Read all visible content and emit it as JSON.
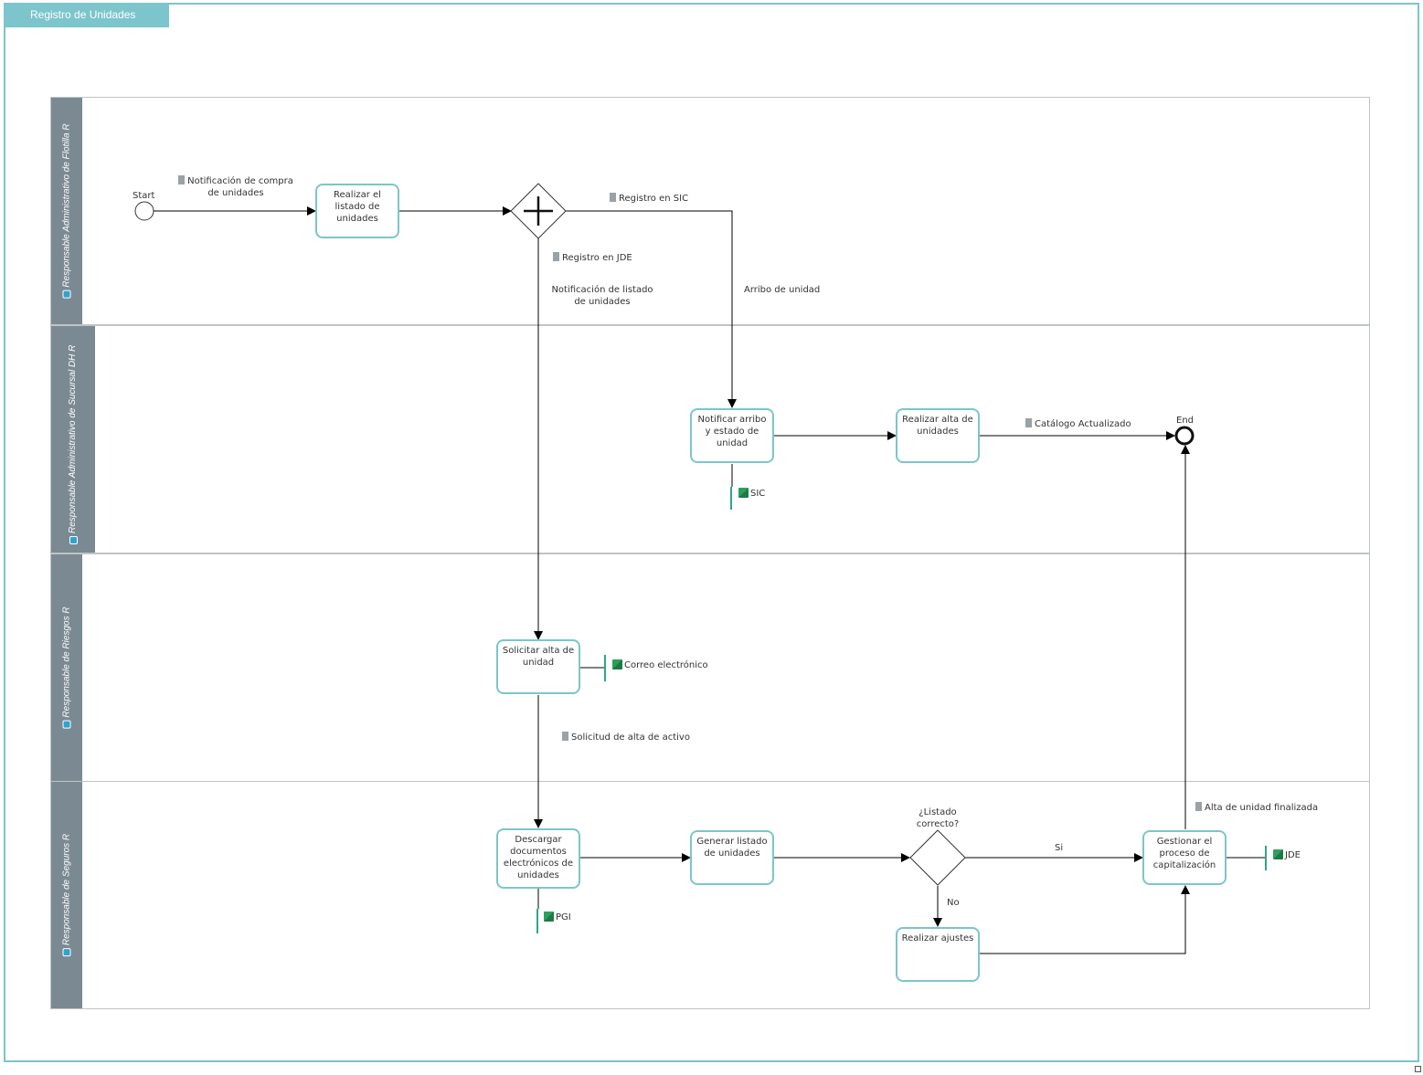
{
  "diagram": {
    "title": "Registro de Unidades",
    "lanes": [
      {
        "role": "Responsable Administrativo de Flotilla R"
      },
      {
        "role": "Responsable Administrativo de Sucursal DH R"
      },
      {
        "role": "Responsable de Riesgos R"
      },
      {
        "role": "Responsable de Seguros R"
      }
    ],
    "events": {
      "start": "Start",
      "end": "End"
    },
    "tasks": {
      "realizar_listado": "Realizar el listado de unidades",
      "notificar_arribo": "Notificar arribo y estado de unidad",
      "realizar_alta": "Realizar alta de unidades",
      "solicitar_alta": "Solicitar alta de unidad",
      "descargar_documentos": "Descargar documentos electrónicos de unidades",
      "generar_listado": "Generar listado de unidades",
      "realizar_ajustes": "Realizar ajustes",
      "gestionar_proceso": "Gestionar el proceso de capitalización"
    },
    "gateways": {
      "listado_correcto": "¿Listado correcto?"
    },
    "documents": {
      "notificacion_compra": "Notificación de compra de unidades",
      "registro_sic": "Registro en SIC",
      "registro_jde": "Registro en JDE",
      "catalogo_actualizado": "Catálogo Actualizado",
      "solicitud_alta": "Solicitud de alta de activo",
      "alta_finalizada": "Alta de unidad finalizada"
    },
    "flow_labels": {
      "notificacion_listado": "Notificación de listado de unidades",
      "arribo_unidad": "Arribo de unidad",
      "si": "Si",
      "no": "No"
    },
    "systems": {
      "sic": "SIC",
      "correo": "Correo electrónico",
      "pgi": "PGI",
      "jde": "JDE"
    }
  }
}
